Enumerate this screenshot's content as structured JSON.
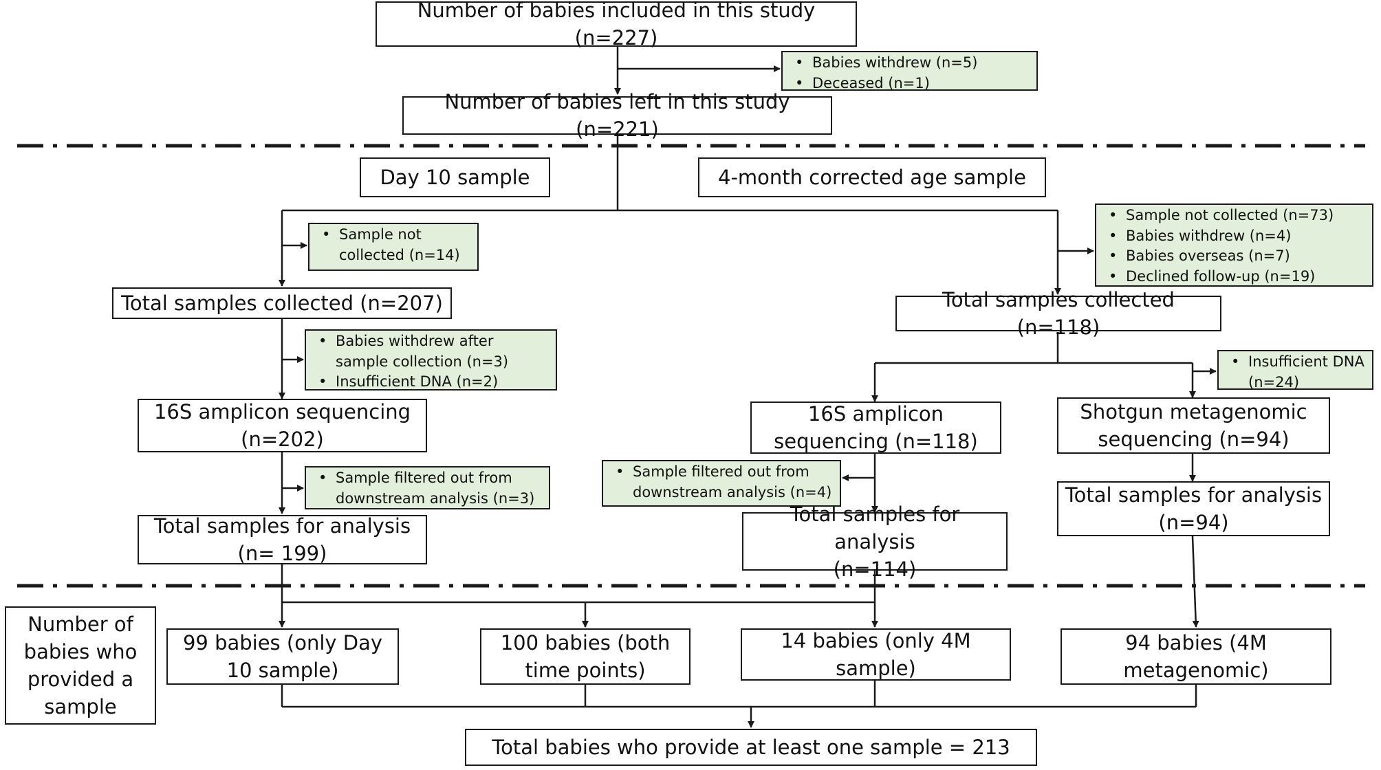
{
  "nodes": {
    "included": "Number of babies included in this study (n=227)",
    "left": "Number of babies left in this study (n=221)",
    "day10_header": "Day 10 sample",
    "month4_header": "4-month corrected age sample",
    "d10_collected": "Total samples collected (n=207)",
    "d10_16s": [
      "16S amplicon sequencing",
      "(n=202)"
    ],
    "d10_analysis": [
      "Total samples for analysis",
      "(n= 199)"
    ],
    "m4_collected": "Total samples collected (n=118)",
    "m4_16s": [
      "16S amplicon",
      "sequencing (n=118)"
    ],
    "m4_shotgun": [
      "Shotgun metagenomic",
      "sequencing (n=94)"
    ],
    "m4_16s_analysis": [
      "Total samples for analysis",
      "(n=114)"
    ],
    "m4_shotgun_analysis": [
      "Total samples for analysis",
      "(n=94)"
    ],
    "row_label": [
      "Number of",
      "babies who",
      "provided a",
      "sample"
    ],
    "only_d10": [
      "99 babies (only Day",
      "10 sample)"
    ],
    "both": [
      "100 babies (both",
      "time points)"
    ],
    "only_4m": [
      "14 babies (only 4M",
      "sample)"
    ],
    "meta_4m": [
      "94 babies (4M",
      "metagenomic)"
    ],
    "total": "Total babies who provide at least one sample = 213"
  },
  "notes": {
    "withdrew_deceased": [
      "Babies withdrew (n=5)",
      "Deceased (n=1)"
    ],
    "d10_not_collected": [
      "Sample not\ncollected (n=14)"
    ],
    "d10_withdrew_dna": [
      "Babies withdrew after sample collection (n=3)",
      "Insufficient DNA (n=2)"
    ],
    "d10_filtered": [
      "Sample filtered out from downstream analysis (n=3)"
    ],
    "m4_not_collected": [
      "Sample not collected (n=73)",
      "Babies withdrew (n=4)",
      "Babies overseas (n=7)",
      "Declined follow-up (n=19)"
    ],
    "m4_insufficient_dna": [
      "Insufficient DNA (n=24)"
    ],
    "m4_filtered": [
      "Sample filtered out from downstream analysis (n=4)"
    ]
  },
  "colors": {
    "note_fill": "#e2efda",
    "stroke": "#1a1a1a"
  }
}
